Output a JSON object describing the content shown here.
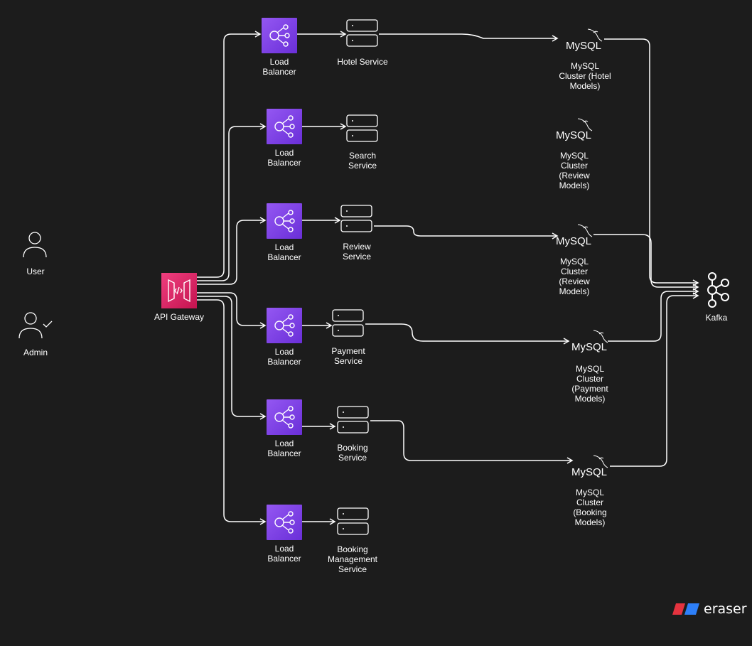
{
  "actors": {
    "user_label": "User",
    "admin_label": "Admin"
  },
  "gateway": {
    "label": "API Gateway"
  },
  "load_balancers": [
    {
      "label": "Load\nBalancer"
    },
    {
      "label": "Load\nBalancer"
    },
    {
      "label": "Load\nBalancer"
    },
    {
      "label": "Load\nBalancer"
    },
    {
      "label": "Load\nBalancer"
    },
    {
      "label": "Load\nBalancer"
    }
  ],
  "services": [
    {
      "label": "Hotel Service"
    },
    {
      "label": "Search\nService"
    },
    {
      "label": "Review\nService"
    },
    {
      "label": "Payment\nService"
    },
    {
      "label": "Booking\nService"
    },
    {
      "label": "Booking\nManagement\nService"
    }
  ],
  "databases": [
    {
      "label": "MySQL\nCluster (Hotel\nModels)"
    },
    {
      "label": "MySQL\nCluster\n(Review\nModels)"
    },
    {
      "label": "MySQL\nCluster\n(Review\nModels)"
    },
    {
      "label": "MySQL\nCluster\n(Payment\nModels)"
    },
    {
      "label": "MySQL\nCluster\n(Booking\nModels)"
    }
  ],
  "mysql_logo_text": "MySQL",
  "kafka": {
    "label": "Kafka"
  },
  "brand": {
    "name": "eraser"
  },
  "colors": {
    "background": "#1c1c1c",
    "load_balancer": "#8a3ffc",
    "api_gateway": "#e7157b",
    "brand_red": "#e5333f",
    "brand_blue": "#2d7ff9"
  }
}
